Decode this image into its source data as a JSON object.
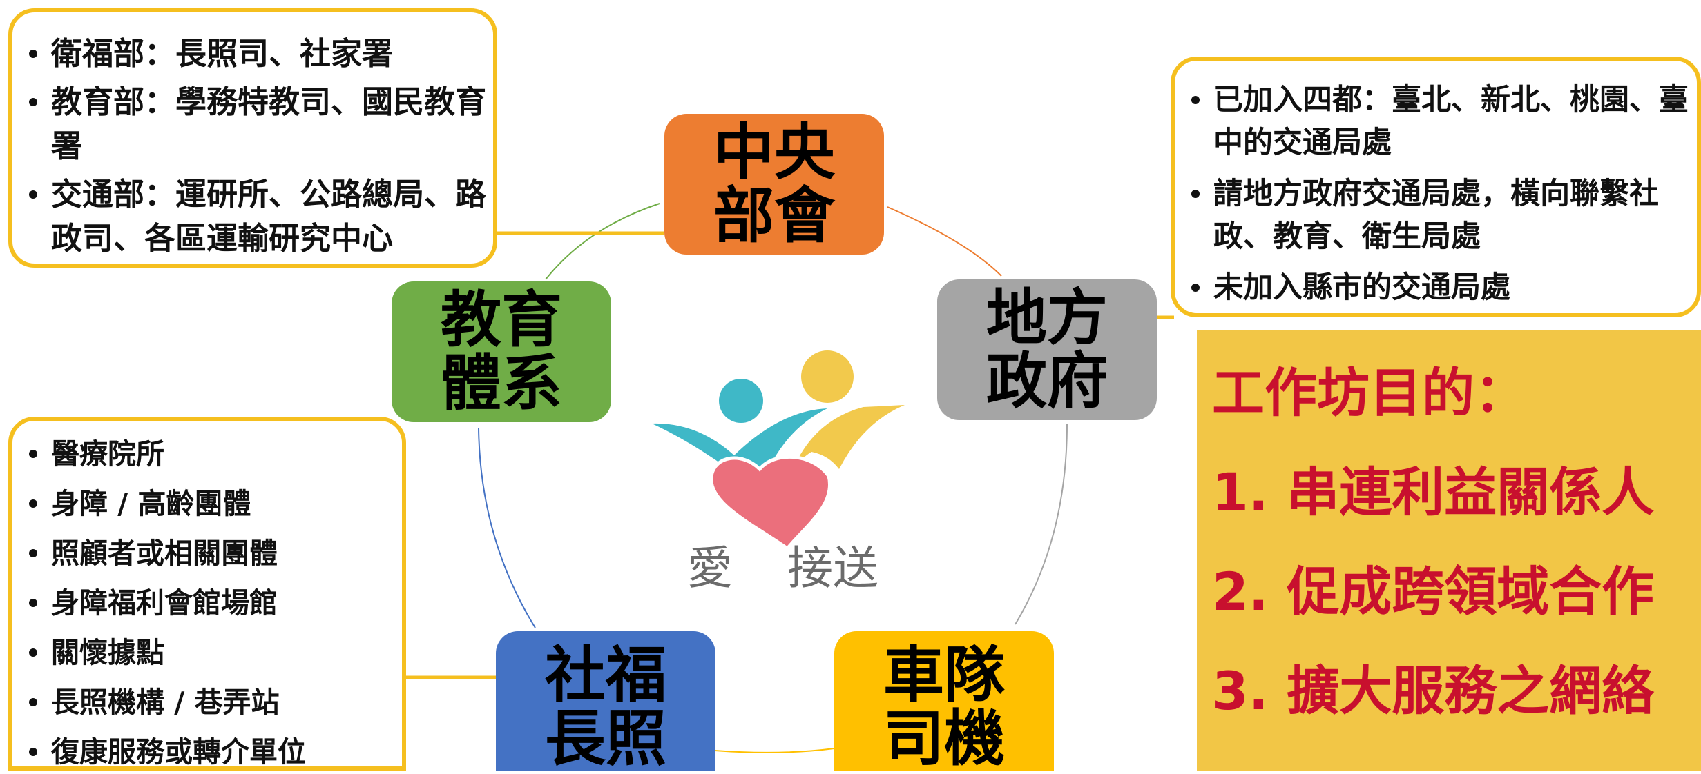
{
  "nodes": {
    "central": {
      "line1": "中央",
      "line2": "部會",
      "color": "#ed7d31"
    },
    "local": {
      "line1": "地方",
      "line2": "政府",
      "color": "#a5a5a5"
    },
    "fleet": {
      "line1": "車隊",
      "line2": "司機",
      "color": "#ffc000"
    },
    "welfare": {
      "line1": "社福",
      "line2": "長照",
      "color": "#4472c4"
    },
    "education": {
      "line1": "教育",
      "line2": "體系",
      "color": "#70ad47"
    }
  },
  "callouts": {
    "central": [
      "衛福部：長照司、社家署",
      "教育部：學務特教司、國民教育署",
      "交通部：運研所、公路總局、路政司、各區運輸研究中心"
    ],
    "local": [
      "已加入四都：臺北、新北、桃園、臺中的交通局處",
      "請地方政府交通局處，橫向聯繫社政、教育、衛生局處",
      "未加入縣市的交通局處"
    ],
    "welfare": [
      "醫療院所",
      "身障 / 高齡團體",
      "照顧者或相關團體",
      "身障福利會館場館",
      "關懷據點",
      "長照機構 / 巷弄站",
      "復康服務或轉介單位"
    ]
  },
  "logo": {
    "text_left": "愛",
    "text_right": "接送"
  },
  "purpose": {
    "title": "工作坊目的：",
    "items": [
      "1. 串連利益關係人",
      "2. 促成跨領域合作",
      "3. 擴大服務之網絡"
    ]
  },
  "colors": {
    "callout_border": "#f5bf1f",
    "purpose_bg": "#f2c646",
    "purpose_text": "#c8102e"
  }
}
